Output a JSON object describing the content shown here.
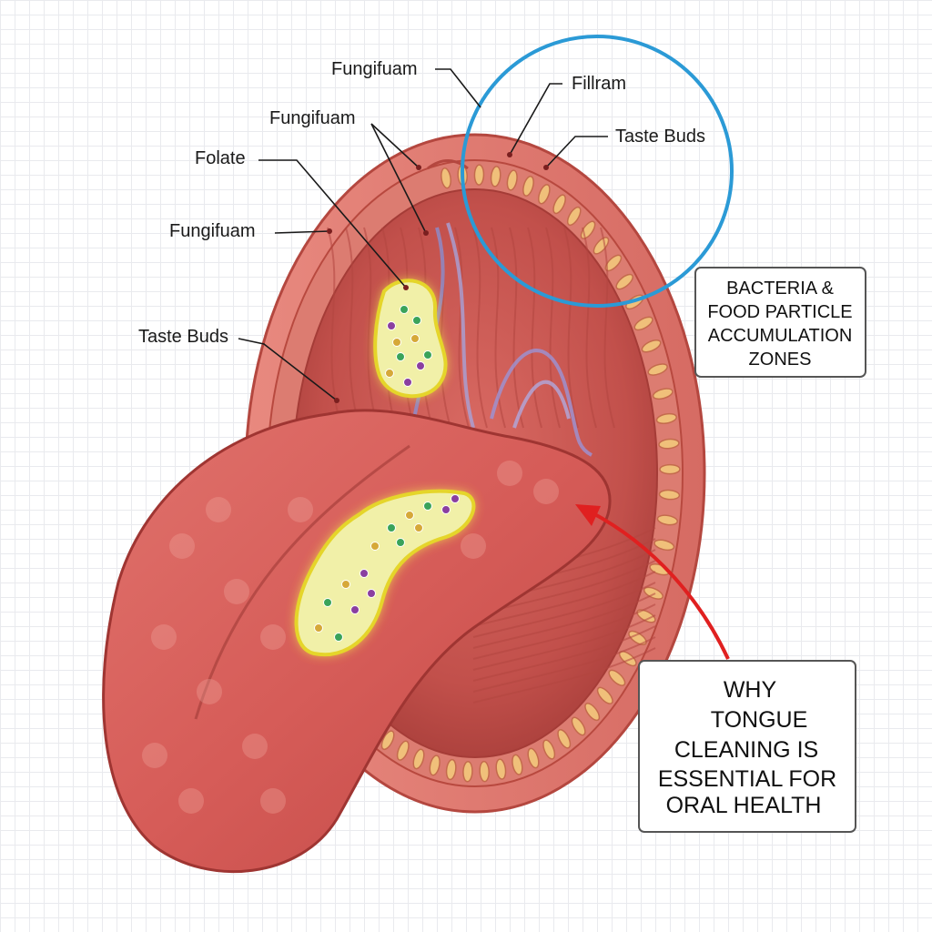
{
  "labels": {
    "fungifuam_top": "Fungifuam",
    "fungifuam_mid": "Fungifuam",
    "folate": "Folate",
    "fungifuam_left": "Fungifuam",
    "taste_buds_left": "Taste Buds",
    "fillram": "Fillram",
    "taste_buds_right": "Taste Buds"
  },
  "callouts": {
    "bacteria": [
      "BACTERIA &",
      "FOOD PARTICLE",
      "ACCUMULATION",
      "ZONES"
    ],
    "why": [
      "WHY",
      "TONGUE",
      "CLEANING IS",
      "ESSENTIAL FOR",
      "ORAL HEALTH"
    ]
  },
  "colors": {
    "tissue": "#e0776f",
    "tissue_dark": "#a83a35",
    "tongue": "#d9645f",
    "highlight_ring": "#2b9ad6",
    "bacteria_fill": "#f1f0a8",
    "bacteria_glow": "#f4e94a",
    "arrow": "#e02020"
  }
}
